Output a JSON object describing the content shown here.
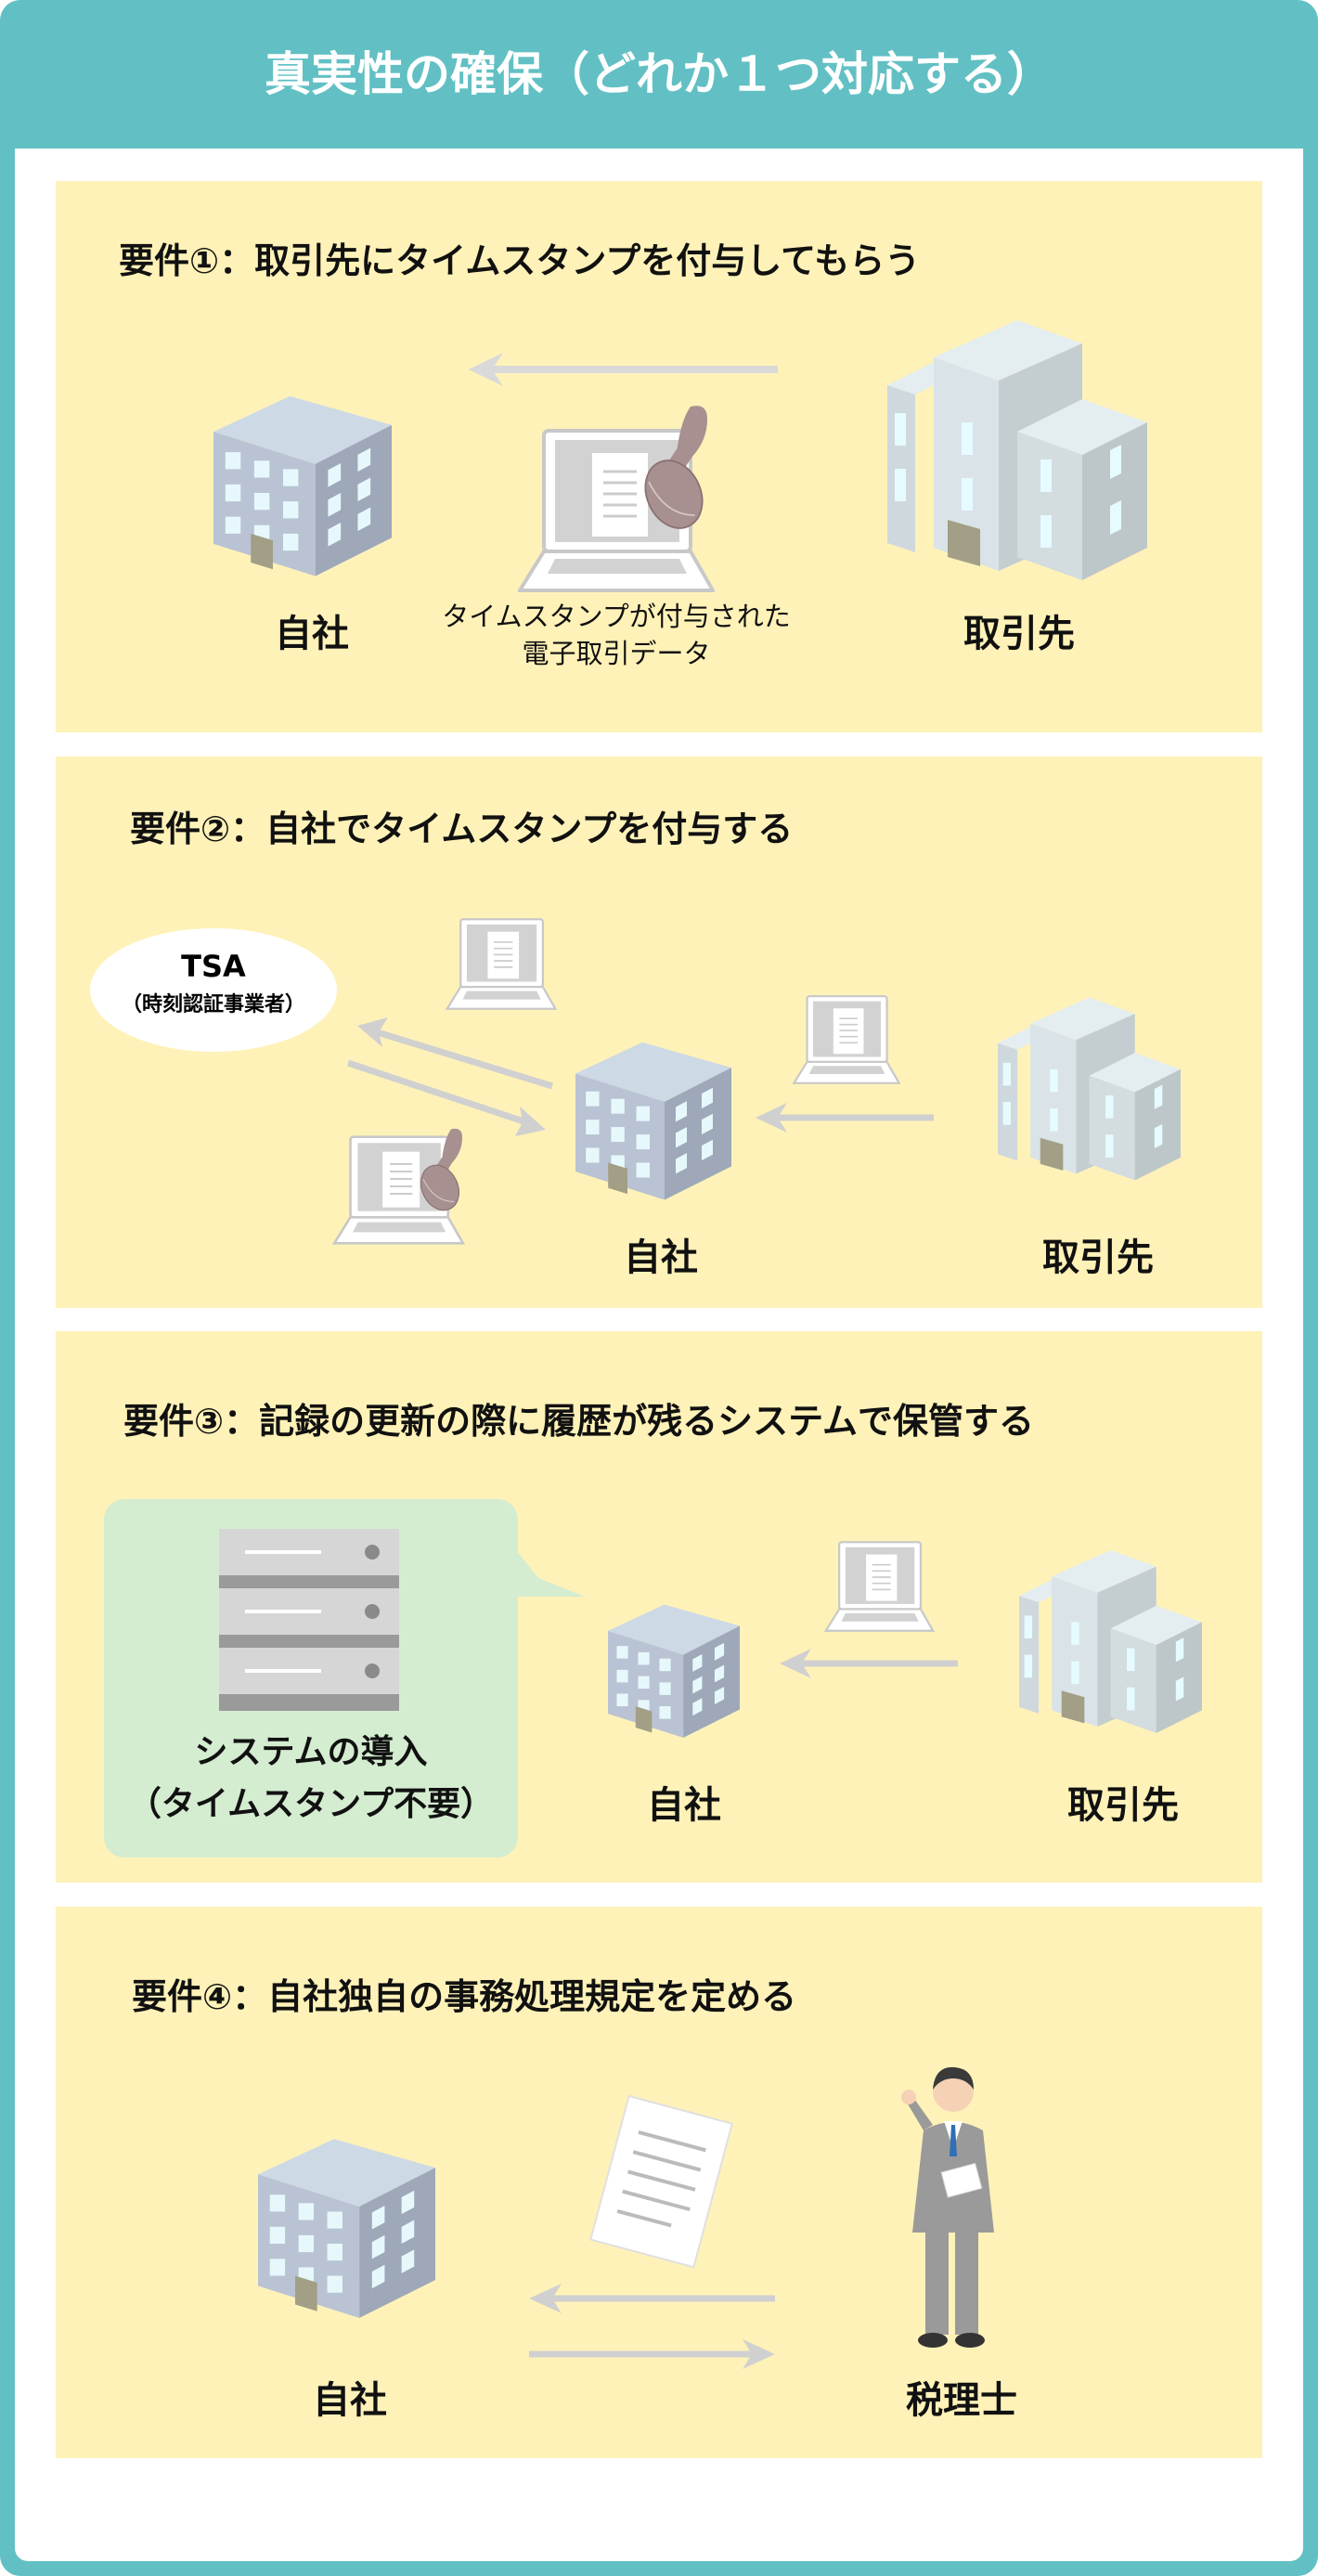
{
  "title": "真実性の確保（どれか１つ対応する）",
  "colors": {
    "teal": "#62c0c4",
    "section_bg": "#fff2b8",
    "system_box": "#d4ecd0"
  },
  "sections": [
    {
      "heading": "要件①：取引先にタイムスタンプを付与してもらう",
      "self": "自社",
      "caption_line1": "タイムスタンプが付与された",
      "caption_line2": "電子取引データ",
      "partner": "取引先"
    },
    {
      "heading": "要件②：自社でタイムスタンプを付与する",
      "tsa": "TSA",
      "tsa_sub": "（時刻認証事業者）",
      "self": "自社",
      "partner": "取引先"
    },
    {
      "heading": "要件③：記録の更新の際に履歴が残るシステムで保管する",
      "system_line1": "システムの導入",
      "system_line2": "（タイムスタンプ不要）",
      "self": "自社",
      "partner": "取引先"
    },
    {
      "heading": "要件④：自社独自の事務処理規定を定める",
      "self": "自社",
      "accountant": "税理士"
    }
  ]
}
